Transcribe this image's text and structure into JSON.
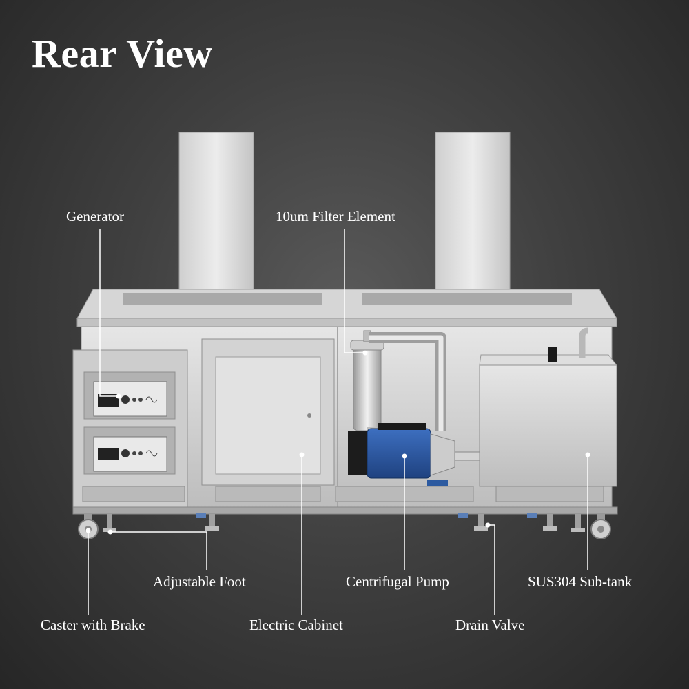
{
  "title": "Rear View",
  "labels": {
    "generator": "Generator",
    "filter": "10um Filter Element",
    "adjustable_foot": "Adjustable Foot",
    "centrifugal_pump": "Centrifugal Pump",
    "sub_tank": "SUS304 Sub-tank",
    "caster": "Caster with Brake",
    "electric_cabinet": "Electric Cabinet",
    "drain_valve": "Drain Valve"
  },
  "colors": {
    "steel_light": "#dcdcdc",
    "steel_mid": "#b5b5b5",
    "steel_dark": "#8c8c8c",
    "pump_blue": "#2c5aa0",
    "leader_line": "#ffffff"
  }
}
